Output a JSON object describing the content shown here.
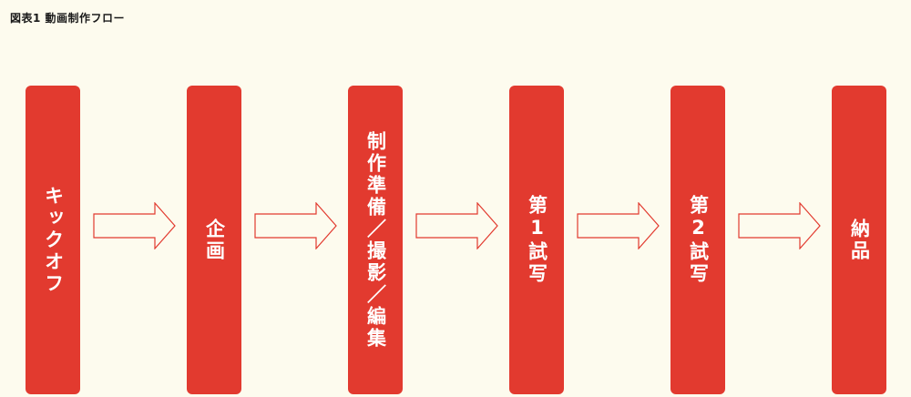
{
  "title": "図表1 動画制作フロー",
  "colors": {
    "background": "#fdfbee",
    "step_fill": "#e23a2f",
    "step_text": "#ffffff",
    "arrow_stroke": "#e23a2f"
  },
  "steps": [
    {
      "label": "キックオフ"
    },
    {
      "label": "企画"
    },
    {
      "label": "制作準備／撮影／編集"
    },
    {
      "label": "第1試写"
    },
    {
      "label": "第2試写"
    },
    {
      "label": "納品"
    }
  ]
}
